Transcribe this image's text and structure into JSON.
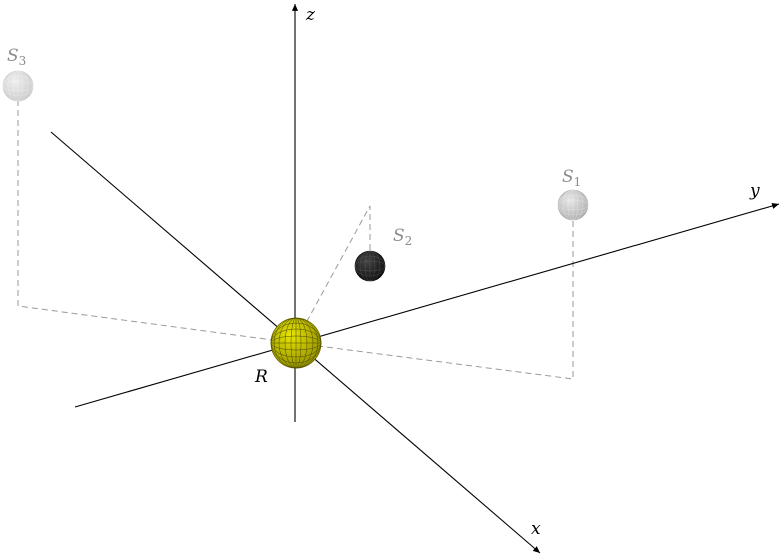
{
  "axes": {
    "x_label": "x",
    "y_label": "y",
    "z_label": "z"
  },
  "receiver": {
    "label": "R",
    "color": "#d7d400",
    "mesh_color": "#555500"
  },
  "satellites": [
    {
      "label_base": "S",
      "label_sub": "1",
      "color": "#bdbdbd",
      "label_color": "#8c8c8c"
    },
    {
      "label_base": "S",
      "label_sub": "2",
      "color": "#1e1e1e",
      "label_color": "#8c8c8c"
    },
    {
      "label_base": "S",
      "label_sub": "3",
      "color": "#d4d4d4",
      "label_color": "#8c8c8c"
    }
  ],
  "colors": {
    "axis": "#000000",
    "projection": "#9a9a9a"
  }
}
